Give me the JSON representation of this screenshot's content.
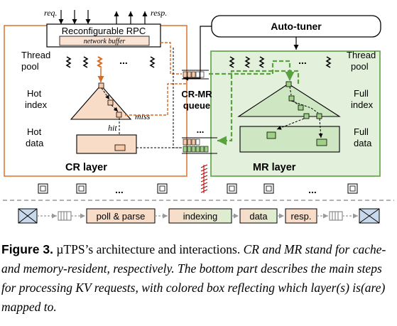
{
  "top_arrows": {
    "req": "req.",
    "resp": "resp."
  },
  "rpc": {
    "title": "Reconfigurable RPC",
    "buffer": "network buffer"
  },
  "auto_tuner": "Auto-tuner",
  "cr": {
    "thread_pool": [
      "Thread",
      "pool"
    ],
    "index": [
      "Hot",
      "index"
    ],
    "data": [
      "Hot",
      "data"
    ],
    "layer": "CR layer",
    "miss": "miss",
    "hit": "hit"
  },
  "queue": {
    "line1": "CR-MR",
    "line2": "queue"
  },
  "mr": {
    "thread_pool": [
      "Thread",
      "pool"
    ],
    "index": [
      "Full",
      "index"
    ],
    "data": [
      "Full",
      "data"
    ],
    "layer": "MR layer"
  },
  "ellipsis": "...",
  "pipeline": {
    "steps": [
      "poll & parse",
      "indexing",
      "data",
      "resp."
    ]
  },
  "caption": {
    "label": "Figure 3.",
    "main": " µTPS’s architecture and interactions. ",
    "italic": "CR and MR stand for cache- and memory-resident, respectively. The bottom part describes the main steps for processing KV requests, with colored box reflecting which layer(s) is(are) mapped to."
  },
  "colors": {
    "cr_border": "#e07b39",
    "cr_fill": "#f9dcc8",
    "mr_border": "#5aa140",
    "mr_fill": "#d9ecd0",
    "green_arrow": "#5aa140",
    "orange_arrow": "#d86a22"
  }
}
